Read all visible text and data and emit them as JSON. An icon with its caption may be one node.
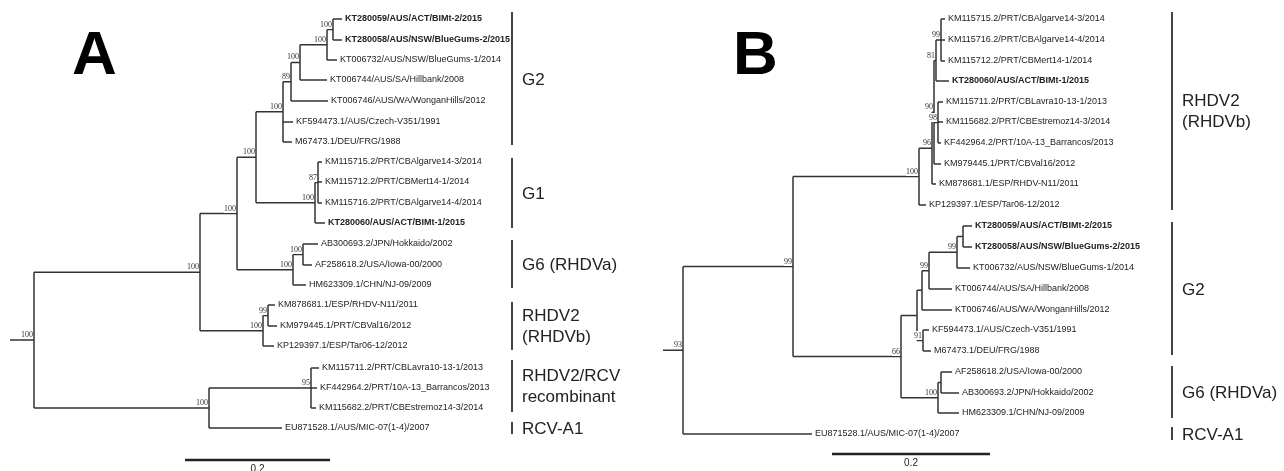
{
  "diagram": {
    "labels": [
      "A",
      "KT280059/AUS/ACT/BIMt-2/2015",
      "KT280058/AUS/NSW/BlueGums-2/2015",
      "KT006732/AUS/NSW/BlueGums-1/2014",
      "KT006744/AUS/SA/Hillbank/2008",
      "KT006746/AUS/WA/WonganHills/2012",
      "KF594473.1/AUS/Czech-V351/1991",
      "M67473.1/DEU/FRG/1988",
      "KM115715.2/PRT/CBAlgarve14-3/2014",
      "KM115712.2/PRT/CBMert14-1/2014",
      "KM115716.2/PRT/CBAlgarve14-4/2014",
      "KT280060/AUS/ACT/BIMt-1/2015",
      "AB300693.2/JPN/Hokkaido/2002",
      "AF258618.2/USA/Iowa-00/2000",
      "HM623309.1/CHN/NJ-09/2009",
      "KM878681.1/ESP/RHDV-N11/2011",
      "KM979445.1/PRT/CBVal16/2012",
      "KP129397.1/ESP/Tar06-12/2012",
      "KM115711.2/PRT/CBLavra10-13-1/2013",
      "KF442964.2/PRT/10A-13_Barrancos/2013",
      "KM115682.2/PRT/CBEstremoz14-3/2014",
      "EU871528.1/AUS/MIC-07(1-4)/2007",
      "100",
      "100",
      "100",
      "89",
      "100",
      "100",
      "87",
      "100",
      "100",
      "100",
      "100",
      "100",
      "99",
      "100",
      "100",
      "95",
      "100",
      "G2",
      "G1",
      "G6 (RHDVa)",
      "RHDV2 (RHDVb)",
      "RHDV2/RCV recombinant",
      "RCV-A1",
      "0.2",
      "B",
      "KM115715.2/PRT/CBAlgarve14-3/2014",
      "KM115716.2/PRT/CBAlgarve14-4/2014",
      "KM115712.2/PRT/CBMert14-1/2014",
      "KT280060/AUS/ACT/BIMt-1/2015",
      "KM115711.2/PRT/CBLavra10-13-1/2013",
      "KM115682.2/PRT/CBEstremoz14-3/2014",
      "KF442964.2/PRT/10A-13_Barrancos/2013",
      "KM979445.1/PRT/CBVal16/2012",
      "KM878681.1/ESP/RHDV-N11/2011",
      "KP129397.1/ESP/Tar06-12/2012",
      "KT280059/AUS/ACT/BIMt-2/2015",
      "KT280058/AUS/NSW/BlueGums-2/2015",
      "KT006732/AUS/NSW/BlueGums-1/2014",
      "KT006744/AUS/SA/Hillbank/2008",
      "KT006746/AUS/WA/WonganHills/2012",
      "KF594473.1/AUS/Czech-V351/1991",
      "M67473.1/DEU/FRG/1988",
      "AF258618.2/USA/Iowa-00/2000",
      "AB300693.2/JPN/Hokkaido/2002",
      "HM623309.1/CHN/NJ-09/2009",
      "EU871528.1/AUS/MIC-07(1-4)/2007",
      "99",
      "81",
      "98",
      "90",
      "96",
      "100",
      "99",
      "99",
      "99",
      "91",
      "93",
      "66",
      "100",
      "RHDV2 (RHDVb)",
      "G2",
      "G6 (RHDVa)",
      "RCV-A1",
      "0.2"
    ]
  }
}
